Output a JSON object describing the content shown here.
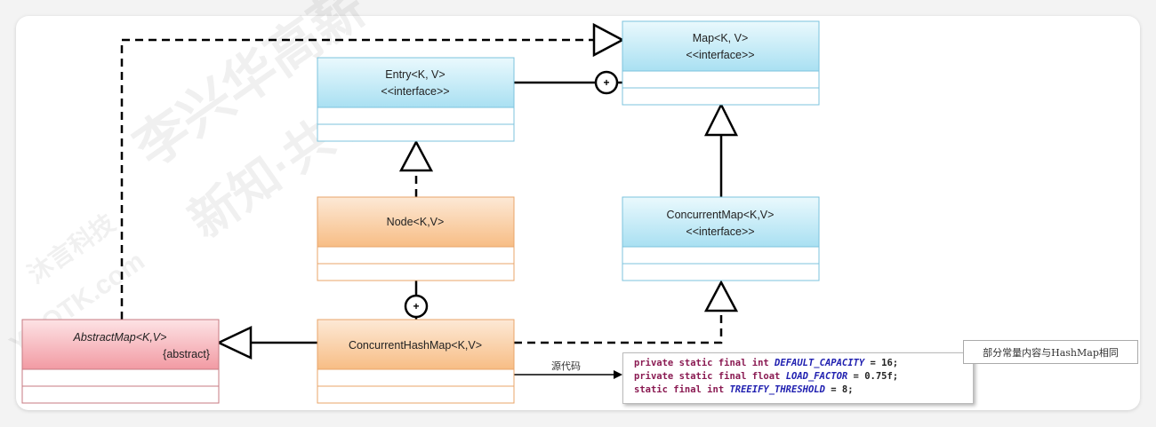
{
  "watermark": [
    "李兴华高薪",
    "新知·共享",
    "沐言科技",
    "YOOTK.com"
  ],
  "colors": {
    "interface": "#c5ecf8",
    "class": "#fbd3ac",
    "abstract": "#f7b9bf"
  },
  "classes": {
    "map": {
      "name": "Map<K, V>",
      "stereotype": "<<interface>>"
    },
    "entry": {
      "name": "Entry<K, V>",
      "stereotype": "<<interface>>"
    },
    "node": {
      "name": "Node<K,V>"
    },
    "concurrent_map": {
      "name": "ConcurrentMap<K,V>",
      "stereotype": "<<interface>>"
    },
    "abstract_map": {
      "name": "AbstractMap<K,V>",
      "stereotype": "{abstract}"
    },
    "chm": {
      "name": "ConcurrentHashMap<K,V>"
    }
  },
  "source_label": "源代码",
  "callout": "部分常量内容与HashMap相同",
  "code": [
    {
      "mods": "private static final int ",
      "name": "DEFAULT_CAPACITY",
      "value": " = 16;"
    },
    {
      "mods": "private static final float ",
      "name": "LOAD_FACTOR",
      "value": " = 0.75f;"
    },
    {
      "mods": "static final int ",
      "name": "TREEIFY_THRESHOLD",
      "value": " = 8;"
    }
  ]
}
